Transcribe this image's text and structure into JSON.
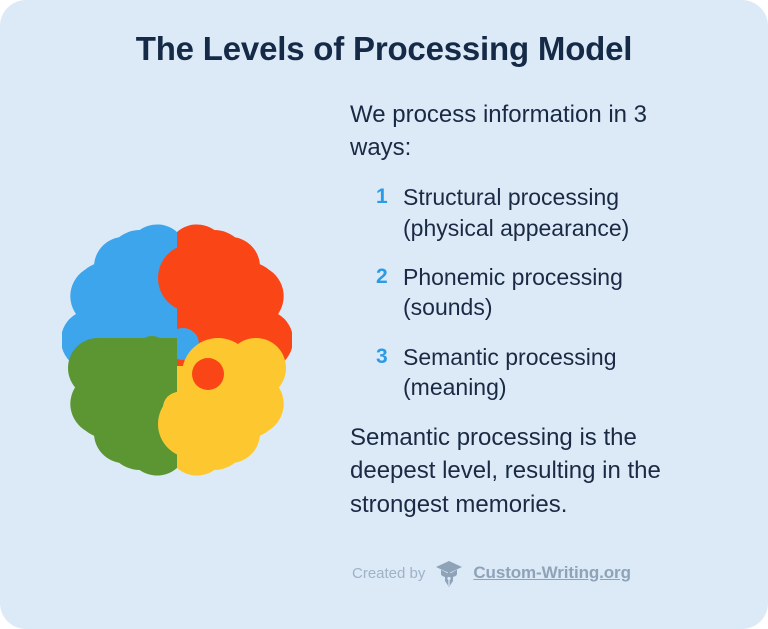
{
  "card": {
    "background_color": "#dceaf7",
    "page_background_color": "#ffffff"
  },
  "header": {
    "title": "The Levels of Processing Model",
    "title_color": "#152a47"
  },
  "content": {
    "intro": "We process information in 3 ways:",
    "items": [
      {
        "number": "1",
        "text": "Structural processing (physical appearance)"
      },
      {
        "number": "2",
        "text": "Phonemic processing (sounds)"
      },
      {
        "number": "3",
        "text": "Semantic processing (meaning)"
      }
    ],
    "outro": "Semantic processing is the deepest level, resulting in the strongest memories.",
    "number_color": "#2b9be8",
    "text_color": "#1b2a44"
  },
  "illustration": {
    "name": "brain-puzzle-illustration",
    "quadrants": [
      {
        "name": "top-left",
        "color": "#3da5ec"
      },
      {
        "name": "top-right",
        "color": "#fa4616"
      },
      {
        "name": "bottom-left",
        "color": "#5c9633"
      },
      {
        "name": "bottom-right",
        "color": "#fdc82f"
      }
    ]
  },
  "footer": {
    "created_by": "Created by",
    "brand": "Custom-Writing.org",
    "logo_icon": "graduation-cap-pen-icon",
    "text_color": "#8fa3b8"
  }
}
